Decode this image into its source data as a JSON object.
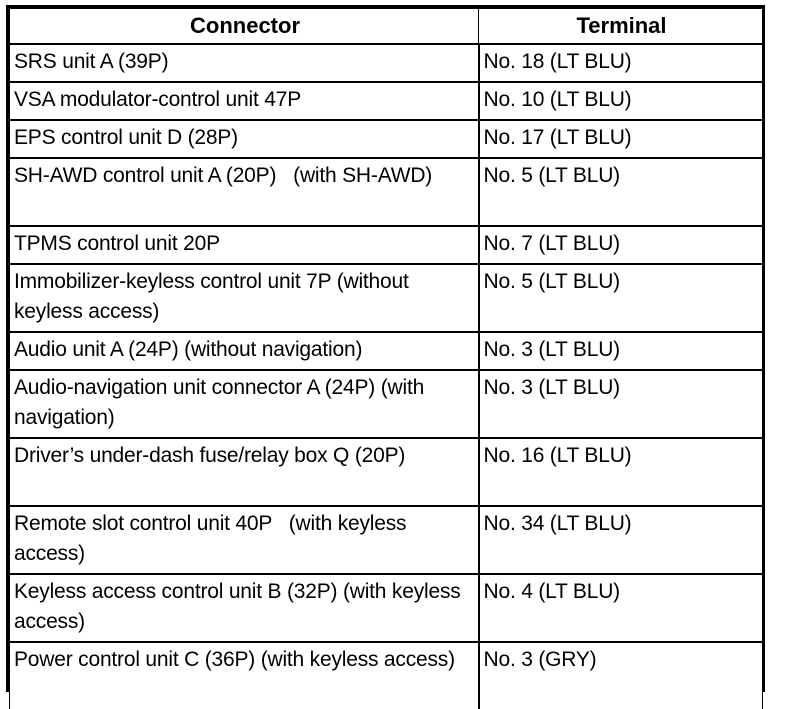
{
  "table": {
    "headers": {
      "connector": "Connector",
      "terminal": "Terminal"
    },
    "rows": [
      {
        "connector": "SRS unit A (39P)",
        "terminal": "No. 18 (LT BLU)",
        "lines": 1
      },
      {
        "connector": "VSA modulator-control unit 47P",
        "terminal": "No. 10 (LT BLU)",
        "lines": 1
      },
      {
        "connector": "EPS control unit D (28P)",
        "terminal": "No. 17 (LT BLU)",
        "lines": 1
      },
      {
        "connector": "SH-AWD control unit A (20P)   (with SH-AWD)",
        "terminal": "No. 5 (LT BLU)",
        "lines": 2
      },
      {
        "connector": "TPMS control unit 20P",
        "terminal": "No. 7 (LT BLU)",
        "lines": 1
      },
      {
        "connector": "Immobilizer-keyless control unit 7P (without keyless access)",
        "terminal": "No. 5 (LT BLU)",
        "lines": 2
      },
      {
        "connector": "Audio unit A (24P) (without navigation)",
        "terminal": "No. 3 (LT BLU)",
        "lines": 1
      },
      {
        "connector": "Audio-navigation unit connector A (24P) (with navigation)",
        "terminal": "No. 3 (LT BLU)",
        "lines": 2
      },
      {
        "connector": "Driver’s under-dash fuse/relay box Q (20P)",
        "terminal": "No. 16 (LT BLU)",
        "lines": 2
      },
      {
        "connector": "Remote slot control unit 40P   (with keyless access)",
        "terminal": "No. 34 (LT BLU)",
        "lines": 2
      },
      {
        "connector": "Keyless access control unit B (32P) (with keyless access)",
        "terminal": "No. 4 (LT BLU)",
        "lines": 2
      },
      {
        "connector": "Power control unit C (36P) (with keyless access)",
        "terminal": "No. 3 (GRY)",
        "lines": 2
      }
    ]
  },
  "colors": {
    "border": "#000000",
    "text": "#000000",
    "background": "#ffffff"
  }
}
